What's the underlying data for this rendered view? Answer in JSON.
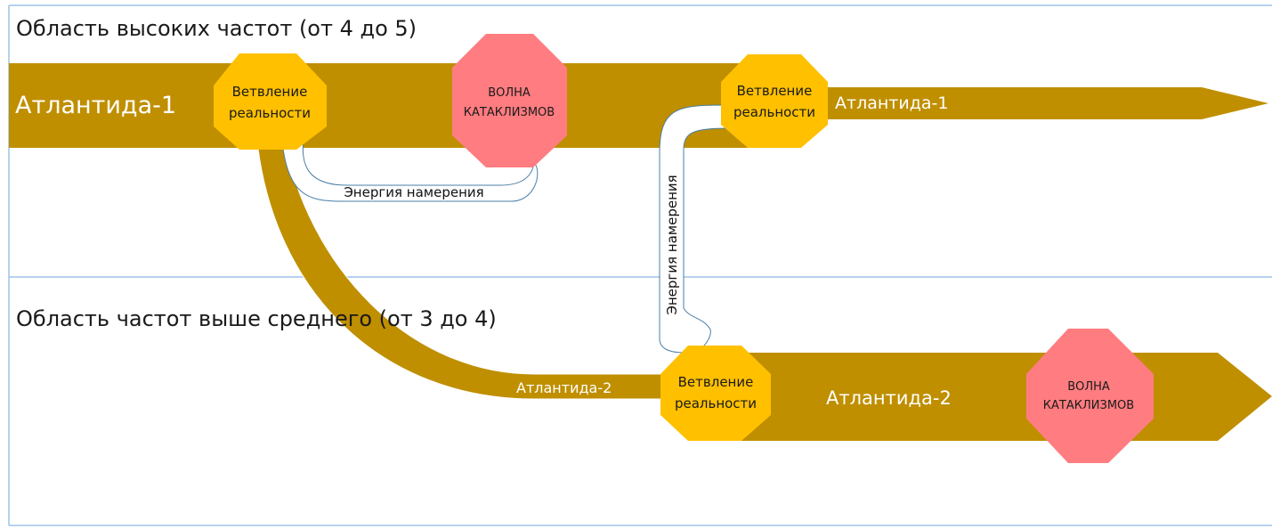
{
  "zones": {
    "high": {
      "title": "Область высоких частот (от 4 до 5)"
    },
    "above_average": {
      "title": "Область частот выше среднего (от 3 до 4)"
    }
  },
  "streams": {
    "atlantis1_left": "Атлантида-1",
    "atlantis1_right": "Атлантида-1",
    "atlantis2_curve": "Атлантида-2",
    "atlantis2_main": "Атлантида-2"
  },
  "nodes": {
    "branch1": {
      "line1": "Ветвление",
      "line2": "реальности"
    },
    "branch2": {
      "line1": "Ветвление",
      "line2": "реальности"
    },
    "branch3": {
      "line1": "Ветвление",
      "line2": "реальности"
    }
  },
  "waves": {
    "wave1": {
      "line1": "ВОЛНА",
      "line2": "КАТАКЛИЗМОВ"
    },
    "wave2": {
      "line1": "ВОЛНА",
      "line2": "КАТАКЛИЗМОВ"
    }
  },
  "energy": {
    "horizontal": "Энергия намерения",
    "vertical": "Энергия намерения"
  },
  "colors": {
    "stream": "#BF8F00",
    "branch_node": "#FFC000",
    "wave_node": "#FF7C80",
    "zone_border": "#9DC3E6"
  }
}
